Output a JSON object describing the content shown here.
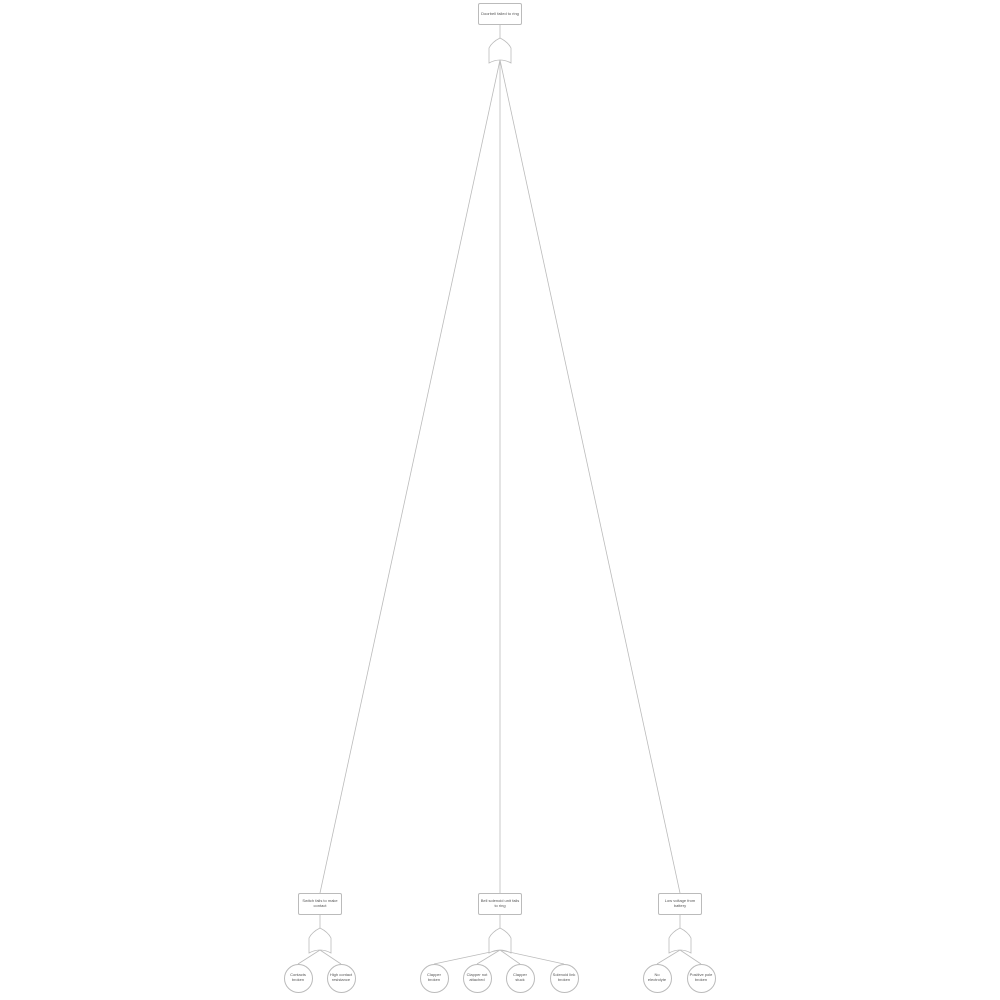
{
  "top_event": {
    "label": "Doorbell failed to ring",
    "gate": "OR"
  },
  "intermediate_events": [
    {
      "label": "Switch fails to make contact",
      "gate": "OR",
      "basic_events": [
        "Contacts broken",
        "High contact resistance"
      ]
    },
    {
      "label": "Bell solenoid unit fails to ring",
      "gate": "OR",
      "basic_events": [
        "Clapper broken",
        "Clapper not attached",
        "Clapper stuck",
        "Solenoid link broken"
      ]
    },
    {
      "label": "Low voltage from battery",
      "gate": "OR",
      "basic_events": [
        "No electrolyte",
        "Positive pole broken"
      ]
    }
  ],
  "colors": {
    "stroke": "#bbbbbb",
    "text": "#555555"
  }
}
